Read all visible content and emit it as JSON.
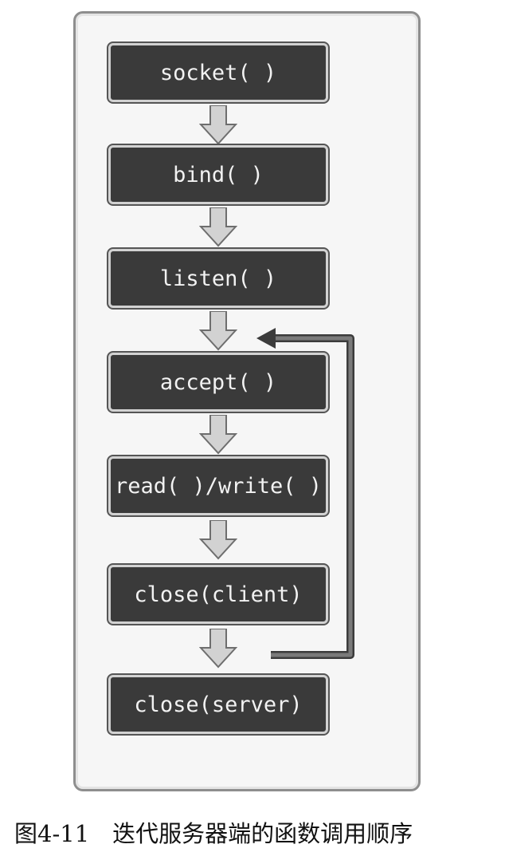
{
  "steps": [
    "socket( )",
    "bind( )",
    "listen( )",
    "accept( )",
    "read( )/write( )",
    "close(client)",
    "close(server)"
  ],
  "caption": "图4-11　迭代服务器端的函数调用顺序",
  "colors": {
    "box_fill": "#3a3a3a",
    "box_text": "#f2f2f2",
    "loop_arrow": "#555555",
    "flow_arrow": "#c8c8c8"
  },
  "icons": {
    "flow_arrow": "down-arrow-icon",
    "loop_arrow": "loop-back-arrow-icon"
  }
}
